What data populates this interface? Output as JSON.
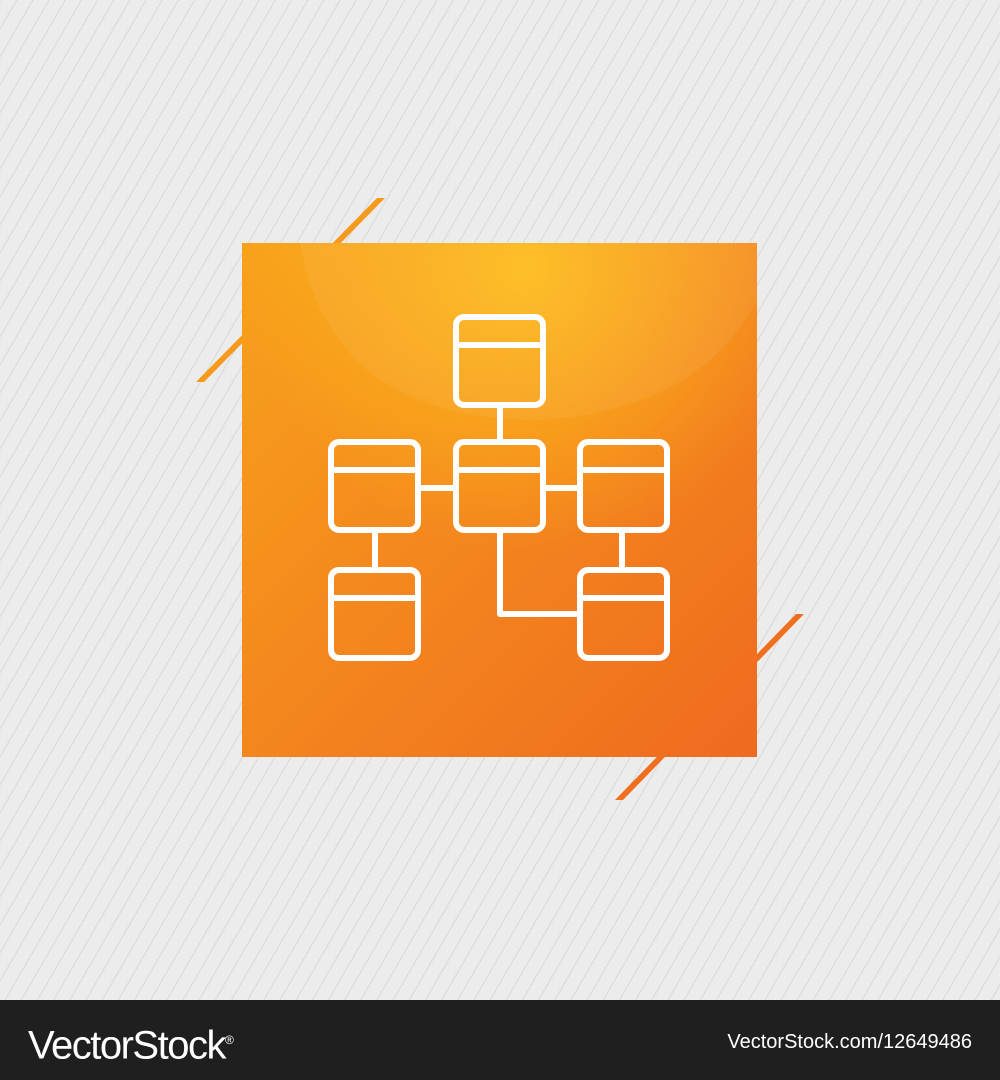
{
  "image": {
    "kind": "stock vector icon",
    "subject": "database schema / network hierarchy",
    "icon_name": "network-diagram-icon",
    "colors": {
      "background": "#ececec",
      "pattern_line": "#c8c8c8",
      "orange_top": "#f8a21c",
      "orange_bottom": "#ef6a1f",
      "glyph": "#ffffff",
      "footer": "#1f1f1f"
    },
    "nodes": 6
  },
  "watermark": {
    "brand": "VectorStock",
    "reg_mark": "®",
    "id_text": "VectorStock.com/12649486"
  }
}
